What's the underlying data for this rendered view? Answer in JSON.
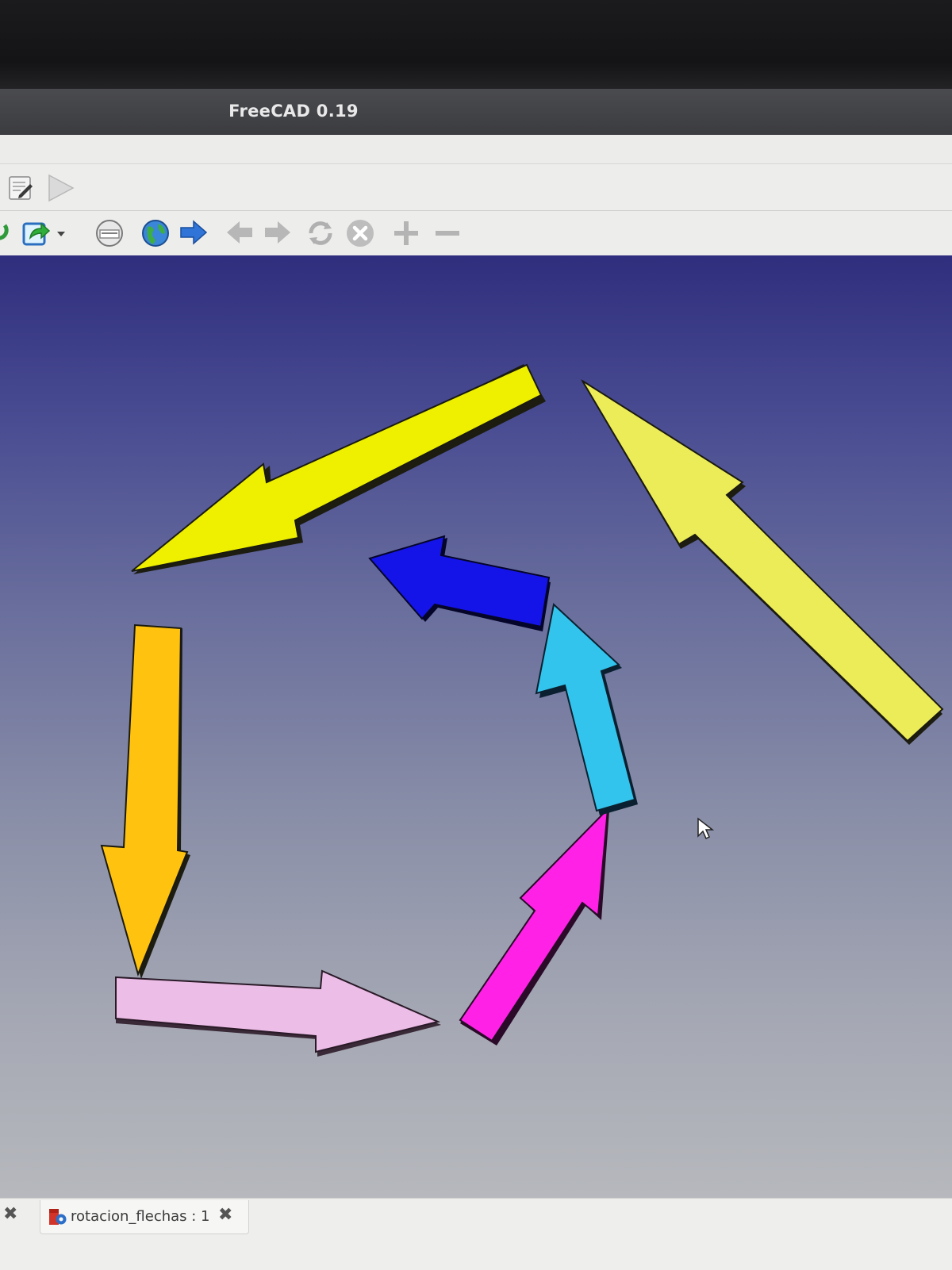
{
  "window": {
    "title": "FreeCAD 0.19"
  },
  "toolbar_row1": {
    "items": [
      "macro-edit-icon",
      "macro-execute-icon"
    ]
  },
  "toolbar_row2": {
    "items": [
      "refresh-icon",
      "export-icon",
      "dropdown-arrow-icon",
      "web-icon",
      "globe-icon",
      "forward-blue-icon",
      "back-icon",
      "next-icon",
      "refresh-page-icon",
      "stop-icon",
      "zoom-in-icon",
      "zoom-out-icon"
    ]
  },
  "viewport": {
    "arrows": [
      {
        "name": "arrow-yellow-top",
        "color": "#eef000"
      },
      {
        "name": "arrow-yellow-right",
        "color": "#ecec58"
      },
      {
        "name": "arrow-orange-left",
        "color": "#ffc20e"
      },
      {
        "name": "arrow-pink-bottom",
        "color": "#ecbde6"
      },
      {
        "name": "arrow-magenta",
        "color": "#ff22e6"
      },
      {
        "name": "arrow-cyan",
        "color": "#32c4ec"
      },
      {
        "name": "arrow-blue",
        "color": "#1414e8"
      }
    ]
  },
  "document_tab": {
    "label": "rotacion_flechas : 1",
    "close_glyph": "✖"
  },
  "statusbar": {
    "close_glyph": "✖"
  }
}
